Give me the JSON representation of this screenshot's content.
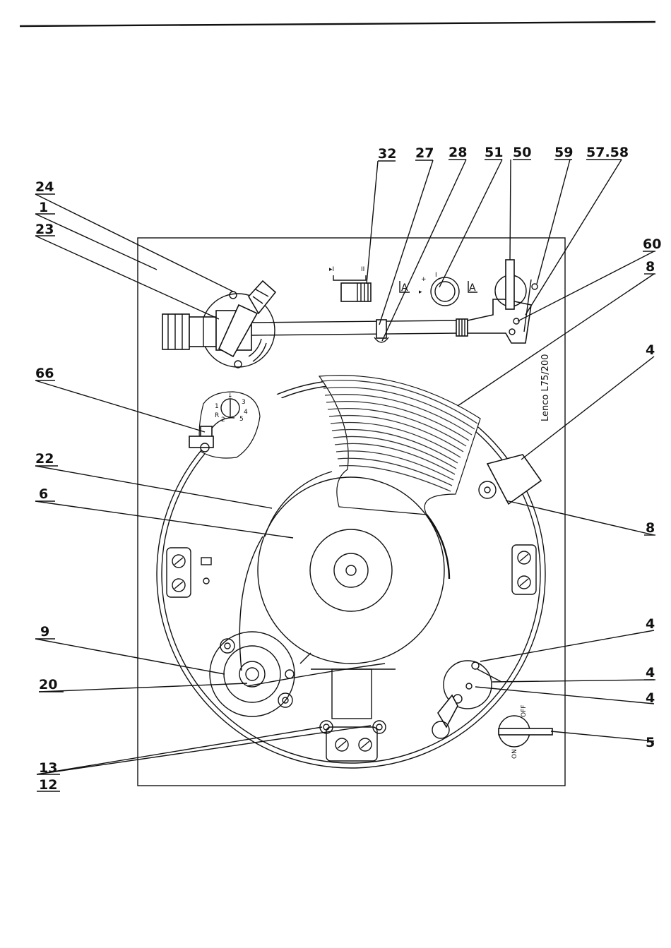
{
  "callouts": {
    "c24": "24",
    "c1": "1",
    "c23": "23",
    "c66": "66",
    "c22": "22",
    "c6": "6",
    "c9": "9",
    "c20": "20",
    "c13": "13",
    "c12": "12",
    "c32": "32",
    "c27": "27",
    "c28": "28",
    "c51": "51",
    "c50": "50",
    "c59": "59",
    "c5758": "57.58",
    "c60": "60",
    "c8a": "8",
    "c4a": "4",
    "c8b": "8",
    "c4b": "4",
    "c4c": "4",
    "c4d": "4",
    "c5": "5"
  },
  "panel": {
    "model_text": "Lenco L75/200",
    "switch_on": "ON",
    "switch_off": "OFF",
    "lift_marker_a1": "A",
    "lift_marker_a2": "A",
    "speed_1": "1",
    "speed_2": "2",
    "speed_3": "3",
    "speed_4": "4",
    "speed_5": "5",
    "speed_r": "R"
  }
}
